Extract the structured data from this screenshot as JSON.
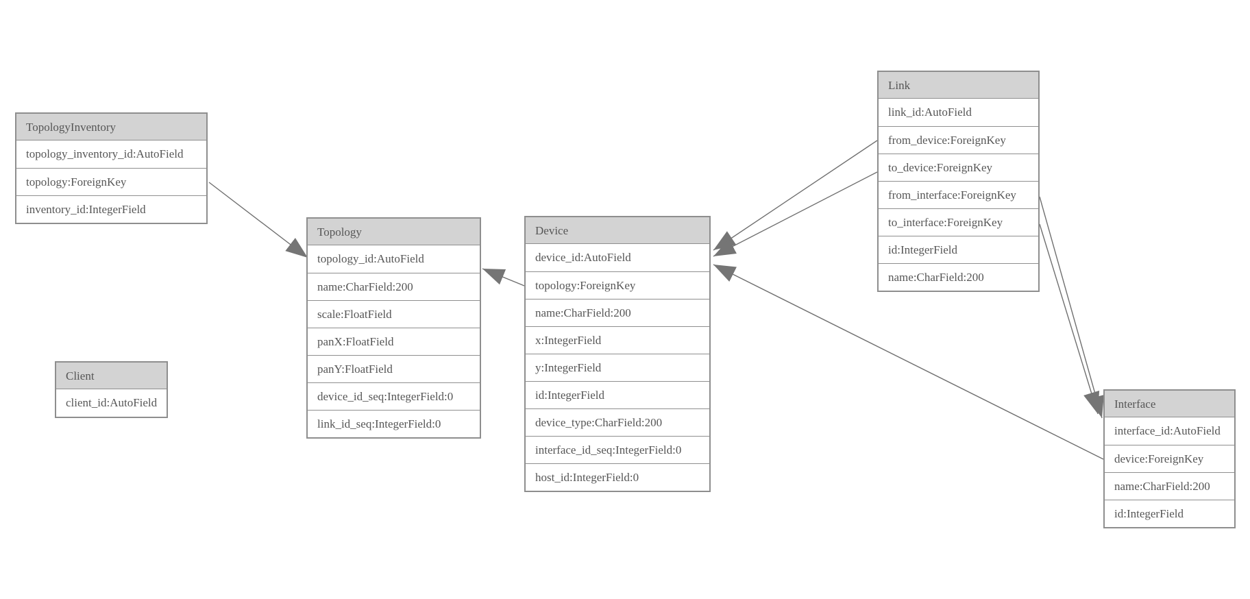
{
  "entities": [
    {
      "name": "TopologyInventory",
      "fields": [
        "topology_inventory_id:AutoField",
        "topology:ForeignKey",
        "inventory_id:IntegerField"
      ]
    },
    {
      "name": "Topology",
      "fields": [
        "topology_id:AutoField",
        "name:CharField:200",
        "scale:FloatField",
        "panX:FloatField",
        "panY:FloatField",
        "device_id_seq:IntegerField:0",
        "link_id_seq:IntegerField:0"
      ]
    },
    {
      "name": "Client",
      "fields": [
        "client_id:AutoField"
      ]
    },
    {
      "name": "Device",
      "fields": [
        "device_id:AutoField",
        "topology:ForeignKey",
        "name:CharField:200",
        "x:IntegerField",
        "y:IntegerField",
        "id:IntegerField",
        "device_type:CharField:200",
        "interface_id_seq:IntegerField:0",
        "host_id:IntegerField:0"
      ]
    },
    {
      "name": "Link",
      "fields": [
        "link_id:AutoField",
        "from_device:ForeignKey",
        "to_device:ForeignKey",
        "from_interface:ForeignKey",
        "to_interface:ForeignKey",
        "id:IntegerField",
        "name:CharField:200"
      ]
    },
    {
      "name": "Interface",
      "fields": [
        "interface_id:AutoField",
        "device:ForeignKey",
        "name:CharField:200",
        "id:IntegerField"
      ]
    }
  ],
  "relations": [
    {
      "from": "TopologyInventory.topology",
      "to": "Topology.topology_id"
    },
    {
      "from": "Device.topology",
      "to": "Topology.topology_id"
    },
    {
      "from": "Link.from_device",
      "to": "Device.device_id"
    },
    {
      "from": "Link.to_device",
      "to": "Device.device_id"
    },
    {
      "from": "Link.from_interface",
      "to": "Interface.interface_id"
    },
    {
      "from": "Link.to_interface",
      "to": "Interface.interface_id"
    },
    {
      "from": "Interface.device",
      "to": "Device.device_id"
    }
  ],
  "colors": {
    "header_bg": "#d3d3d3",
    "border": "#8e8e8e",
    "text": "#565656",
    "line": "#6f6f6f",
    "arrow": "#757575",
    "background": "#ffffff"
  }
}
